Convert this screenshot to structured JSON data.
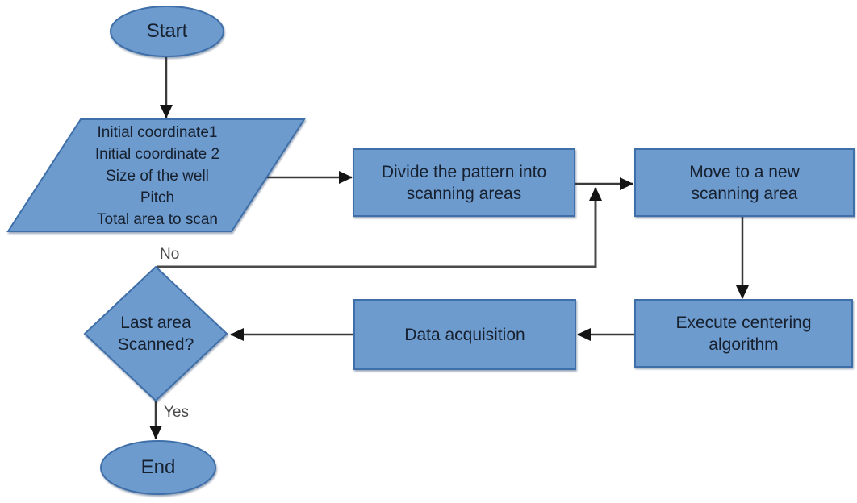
{
  "diagram": {
    "type": "flowchart",
    "background": "#ffffff",
    "colors": {
      "shape_fill": "#6e9bce",
      "shape_border": "#3e6fa9",
      "connector": "#3a3a3a",
      "arrowhead": "#141414",
      "node_text": "#16202e",
      "edge_label_text": "#4a4a4a"
    },
    "nodes": {
      "start": {
        "shape": "ellipse",
        "label": "Start"
      },
      "inputs": {
        "shape": "parallelogram",
        "label": "Initial coordinate1\nInitial coordinate 2\nSize of the well\nPitch\nTotal area to scan"
      },
      "divide": {
        "shape": "rectangle",
        "label": "Divide the pattern into\nscanning areas"
      },
      "move": {
        "shape": "rectangle",
        "label": "Move to a new\nscanning area"
      },
      "execute": {
        "shape": "rectangle",
        "label": "Execute centering\nalgorithm"
      },
      "data_acquisition": {
        "shape": "rectangle",
        "label": "Data acquisition"
      },
      "decision": {
        "shape": "diamond",
        "label": "Last area\nScanned?"
      },
      "end": {
        "shape": "ellipse",
        "label": "End"
      }
    },
    "edges": {
      "start_to_inputs": {
        "from": "start",
        "to": "inputs"
      },
      "inputs_to_divide": {
        "from": "inputs",
        "to": "divide"
      },
      "divide_to_move": {
        "from": "divide",
        "to": "move"
      },
      "move_to_execute": {
        "from": "move",
        "to": "execute"
      },
      "execute_to_data": {
        "from": "execute",
        "to": "data_acquisition"
      },
      "data_to_decision": {
        "from": "data_acquisition",
        "to": "decision"
      },
      "decision_no_loop": {
        "from": "decision",
        "to": "divide_to_move_connector",
        "label": "No"
      },
      "decision_to_end": {
        "from": "decision",
        "to": "end",
        "label": "Yes"
      }
    }
  }
}
